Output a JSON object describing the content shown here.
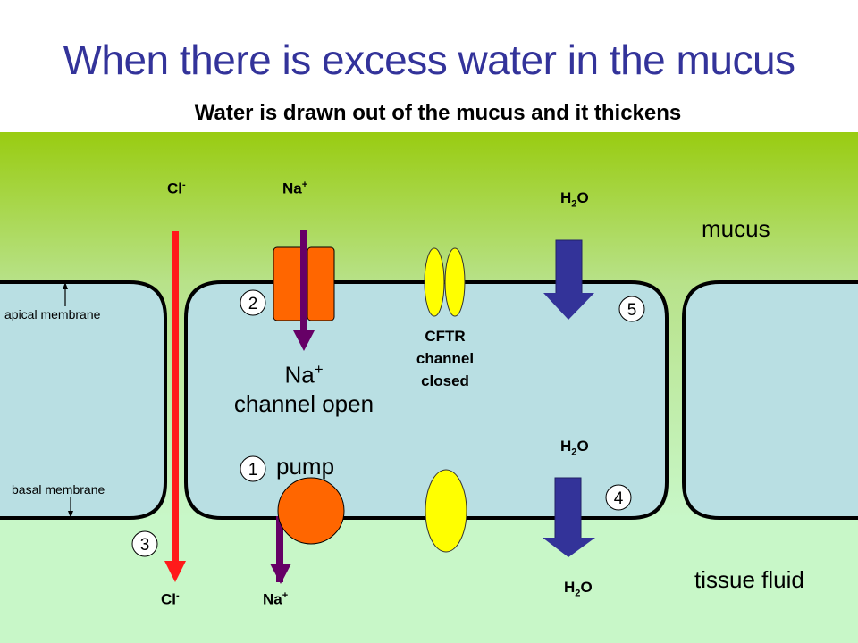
{
  "title": "When there is excess water in the mucus",
  "subtitle": "Water is drawn out of the mucus and it thickens",
  "colors": {
    "title": "#33339a",
    "mucus_top": "#99cc11",
    "mucus_bottom": "#b6e07a",
    "cell": "#b9dfe3",
    "tissue_fluid": "#c8f7c8",
    "chloride_arrow": "#ff1a1a",
    "sodium_arrow": "#660066",
    "sodium_channel": "#ff6600",
    "cftr": "#ffff00",
    "water_arrow": "#333399"
  },
  "regions": {
    "mucus": "mucus",
    "tissue_fluid": "tissue fluid"
  },
  "membranes": {
    "apical": "apical membrane",
    "basal": "basal membrane"
  },
  "ions": {
    "cl_top": {
      "base": "Cl",
      "charge": "-"
    },
    "na_top": {
      "base": "Na",
      "charge": "+"
    },
    "cl_bottom": {
      "base": "Cl",
      "charge": "-"
    },
    "na_bottom": {
      "base": "Na",
      "charge": "+"
    }
  },
  "water": {
    "top": {
      "h": "H",
      "sub": "2",
      "o": "O"
    },
    "mid": {
      "h": "H",
      "sub": "2",
      "o": "O"
    },
    "bottom": {
      "h": "H",
      "sub": "2",
      "o": "O"
    }
  },
  "na_channel": {
    "base": "Na",
    "charge": "+",
    "line2": "channel open"
  },
  "cftr": {
    "line1": "CFTR",
    "line2": "channel",
    "line3": "closed"
  },
  "pump": "pump",
  "steps": [
    "1",
    "2",
    "3",
    "4",
    "5"
  ]
}
